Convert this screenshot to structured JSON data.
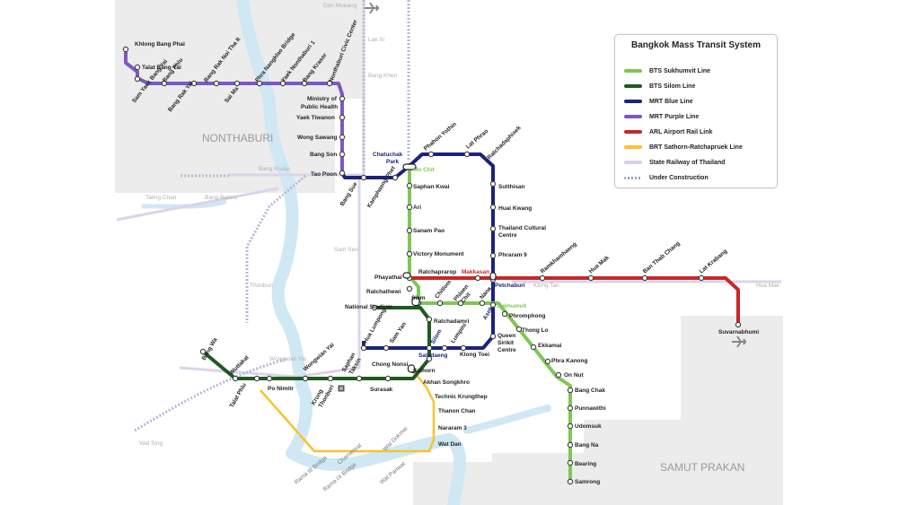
{
  "legend": {
    "title": "Bangkok Mass Transit System",
    "items": [
      {
        "label": "BTS Sukhumvit Line",
        "color": "#7dc855",
        "style": "solid"
      },
      {
        "label": "BTS Silom Line",
        "color": "#1f5a1f",
        "style": "solid"
      },
      {
        "label": "MRT Blue Line",
        "color": "#1a237e",
        "style": "solid"
      },
      {
        "label": "MRT Purple Line",
        "color": "#7e57c2",
        "style": "solid"
      },
      {
        "label": "ARL Airport Rail Link",
        "color": "#c62828",
        "style": "solid"
      },
      {
        "label": "BRT Sathorn-Ratchapruek Line",
        "color": "#f5c431",
        "style": "solid"
      },
      {
        "label": "State Railway of Thailand",
        "color": "#d9cfe8",
        "style": "solid"
      },
      {
        "label": "Under Construction",
        "color": "#9aa4bf",
        "style": "dotted"
      }
    ]
  },
  "regions": {
    "nonthaburi": "NONTHABURI",
    "samut_prakan": "SAMUT PRAKAN"
  },
  "icons": {
    "north_airport": "airplane-icon",
    "south_airport": "airplane-icon",
    "interchange": "interchange-icon"
  },
  "faded_labels": {
    "don_mueang": "Don Mueang",
    "lak_si": "Lak Si",
    "bang_khen": "Bang Khen",
    "bang_kruay": "Bang Kruay",
    "taling_chan": "Taling Chan",
    "bang_bamru": "Bang Bamru",
    "sam_sen": "Sam Sen",
    "thonburi": "Thonburi",
    "wongwian_yai_srt": "Wongwian Yai",
    "wat_sing": "Wat Sing",
    "klong_tan": "Klong Tan",
    "hua_mak": "Hua Mak"
  },
  "purple": {
    "khlong_bang_phai": "Khlong Bang Phai",
    "talat_bang_yai": "Talat Bang Yai",
    "sam_yaek_bang_yai": "Sam Yaek Bang Yai",
    "bang_phlu": "Bang Phlu",
    "bang_rak_yai": "Bang Rak Yai",
    "bang_rak_noi_tha_it": "Bang Rak Noi Tha It",
    "sai_ma": "Sai Ma",
    "phra_nangklao_bridge": "Phra Nangklao Bridge",
    "yaek_nonthaburi_1": "Yaek Nonthaburi 1",
    "bang_krasor": "Bang Krasor",
    "nonthaburi_civic_center": "Nonthaburi Civic Center",
    "ministry_line1": "Ministry of",
    "ministry_line2": "Public Health",
    "yaek_tiwanon": "Yaek Tiwanon",
    "wong_sawang": "Wong Sawang",
    "bang_son": "Bang Son",
    "tao_poon": "Tao Poon"
  },
  "blue": {
    "bang_sue": "Bang Sue",
    "kamphaeng_phet": "Kamphaeng Phet",
    "chatuchak_line1": "Chatuchak",
    "chatuchak_line2": "Park",
    "phahon_yothin": "Phahon Yothin",
    "lat_phrao": "Lat Phrao",
    "ratchadaphisek": "Ratchadaphisek",
    "sutthisan": "Sutthisan",
    "huai_kwang": "Huai Kwang",
    "thailand_cultural_line1": "Thailand Cultural",
    "thailand_cultural_line2": "Centre",
    "phraram_9": "Phraram 9",
    "petchaburi": "Petchaburi",
    "sukhumvit": "Sukhumvit",
    "queen_sirikit_line1": "Queen",
    "queen_sirikit_line2": "Sirikit",
    "queen_sirikit_line3": "Centre",
    "klong_toei": "Klong Toei",
    "lumpini": "Lumpini",
    "silom": "Silom",
    "sam_yan": "Sam Yan",
    "hua_lumpong": "Hua Lumpong"
  },
  "sukhumvit": {
    "mo_chit": "Mo Chit",
    "saphan_kwai": "Saphan Kwai",
    "ari": "Ari",
    "sanam_pao": "Sanam Pao",
    "victory_monument": "Victory Monument",
    "phayathai": "Phayathai",
    "ratchathewi": "Ratchathewi",
    "siam": "Siam",
    "chitlom": "Chitlom",
    "phloen_line1": "Phloen",
    "phloen_line2": "Chit",
    "nana": "Nana",
    "asok": "Asok",
    "phromphong": "Phromphong",
    "thong_lo": "Thong Lo",
    "ekkamai": "Ekkamai",
    "phra_kanong": "Phra Kanong",
    "on_nut": "On Nut",
    "bang_chak": "Bang Chak",
    "punnawithi": "Punnawithi",
    "udomsuk": "Udomsuk",
    "bang_na": "Bang Na",
    "bearing": "Bearing",
    "samrong": "Samrong"
  },
  "silom": {
    "national_stadium": "National Stadium",
    "ratchadamri": "Ratchadamri",
    "saladaeng": "Saladaeng",
    "chong_nonsi": "Chong Nonsi",
    "sathorn": "Sathorn",
    "surasak": "Surasak",
    "saphan_line1": "Saphan",
    "saphan_line2": "Taksin",
    "krung_line1": "Krung",
    "krung_line2": "Thonburi",
    "wongwian_yai": "Wongwian Yai",
    "po_nimitr": "Po Nimitr",
    "talat_phlu": "Talat Phlu",
    "wuttakat": "Wuttakat",
    "bang_wa": "Bang Wa"
  },
  "arl": {
    "ratchaprarop": "Ratchaprarop",
    "makkasan": "Makkasan",
    "ramkhamhaeng": "Ramkhamhaeng",
    "hua_mak": "Hua Mak",
    "ban_thab_chang": "Ban Thab Chang",
    "lat_krabang": "Lat Krabang",
    "suvarnabhumi": "Suvarnabhumi"
  },
  "brt": {
    "akhan_songkhro": "Akhan Songkhro",
    "technic_krungthep": "Technic Krungthep",
    "thanon_chan": "Thanon Chan",
    "nararam_3": "Nararam 3",
    "wat_dan": "Wat Dan",
    "wat_dokmai": "Wat Dokmai",
    "charoenrat": "Charoenrat",
    "wat_pariwat": "Wat Pariwat",
    "rama_iii_bridge": "Rama III Bridge",
    "rama_ix_bridge": "Rama IX Bridge"
  }
}
